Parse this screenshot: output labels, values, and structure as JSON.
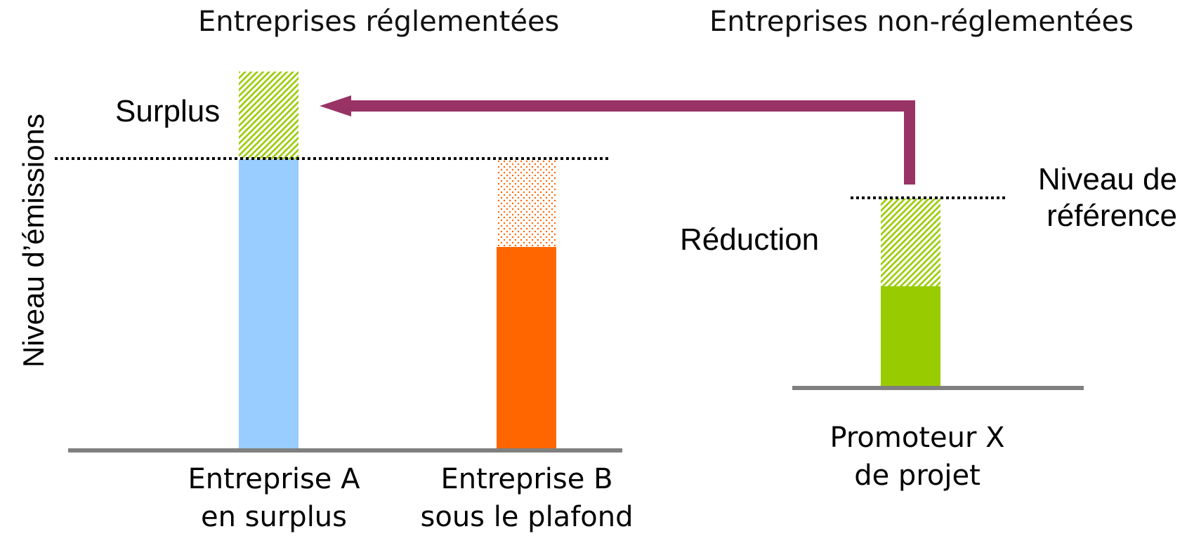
{
  "headers": {
    "regulated": "Entreprises réglementées",
    "unregulated": "Entreprises non-réglementées"
  },
  "axis": {
    "y_label": "Niveau d’émissions"
  },
  "annotations": {
    "surplus": "Surplus",
    "reduction": "Réduction",
    "reference_line1": "Niveau de",
    "reference_line2": "référence"
  },
  "entities": [
    {
      "line1": "Entreprise A",
      "line2": "en surplus"
    },
    {
      "line1": "Entreprise B",
      "line2": "sous le plafond"
    },
    {
      "line1": "Promoteur X",
      "line2": "de projet"
    }
  ],
  "colors": {
    "company_a": "#99ccff",
    "company_b": "#ff6600",
    "project": "#99cc00",
    "transfer_arrow": "#993366",
    "baseline": "#808080"
  }
}
